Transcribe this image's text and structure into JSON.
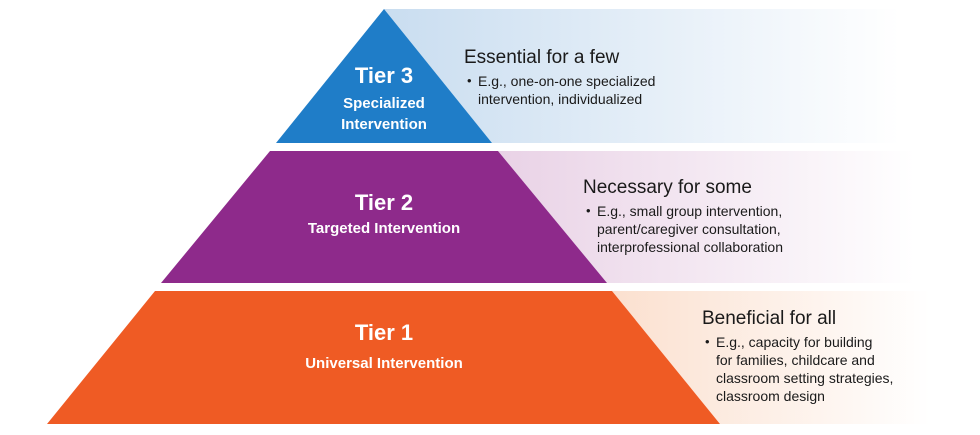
{
  "colors": {
    "tier3": "#1f7dc8",
    "tier2": "#8e2a8b",
    "tier1": "#ef5b24",
    "band3": "#c9ddf0",
    "band2": "#e9d2e6",
    "band1": "#fbe0cf"
  },
  "tiers": [
    {
      "title": "Tier 3",
      "subtitle_lines": [
        "Specialized",
        "Intervention"
      ],
      "heading": "Essential for a few",
      "bullet": "•",
      "lines": [
        "E.g., one-on-one specialized",
        "intervention, individualized"
      ]
    },
    {
      "title": "Tier 2",
      "subtitle_lines": [
        "Targeted Intervention"
      ],
      "heading": "Necessary for some",
      "bullet": "•",
      "lines": [
        "E.g., small group intervention,",
        "parent/caregiver consultation,",
        "interprofessional collaboration"
      ]
    },
    {
      "title": "Tier 1",
      "subtitle_lines": [
        "Universal Intervention"
      ],
      "heading": "Beneficial for all",
      "bullet": "•",
      "lines": [
        "E.g., capacity for building",
        "for families, childcare and",
        "classroom setting strategies,",
        "classroom design"
      ]
    }
  ]
}
